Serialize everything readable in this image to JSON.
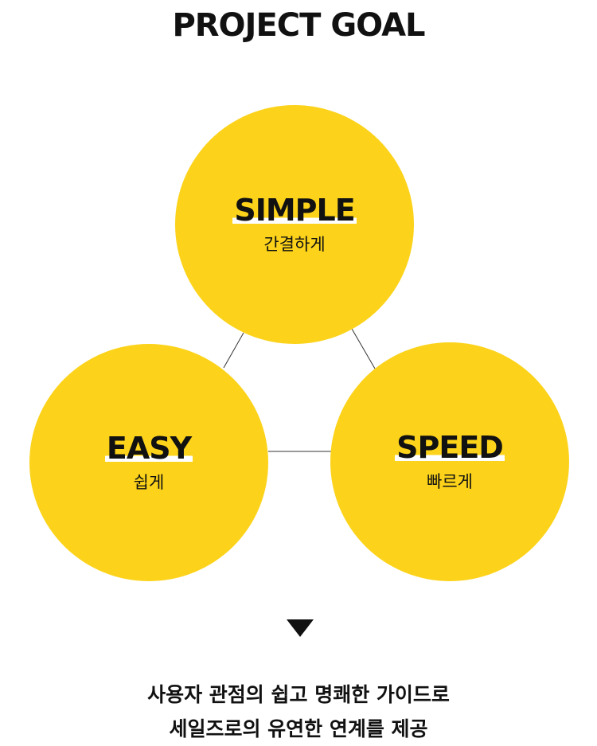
{
  "title": "PROJECT GOAL",
  "colors": {
    "circle": "#fcd31a",
    "text": "#111111",
    "connector": "#333333"
  },
  "goals": [
    {
      "label": "SIMPLE",
      "sub": "간결하게"
    },
    {
      "label": "EASY",
      "sub": "쉽게"
    },
    {
      "label": "SPEED",
      "sub": "빠르게"
    }
  ],
  "arrow_icon": "down-triangle",
  "description": {
    "line1": "사용자 관점의 쉽고 명쾌한 가이드로",
    "line2": "세일즈로의 유연한 연계를 제공"
  }
}
